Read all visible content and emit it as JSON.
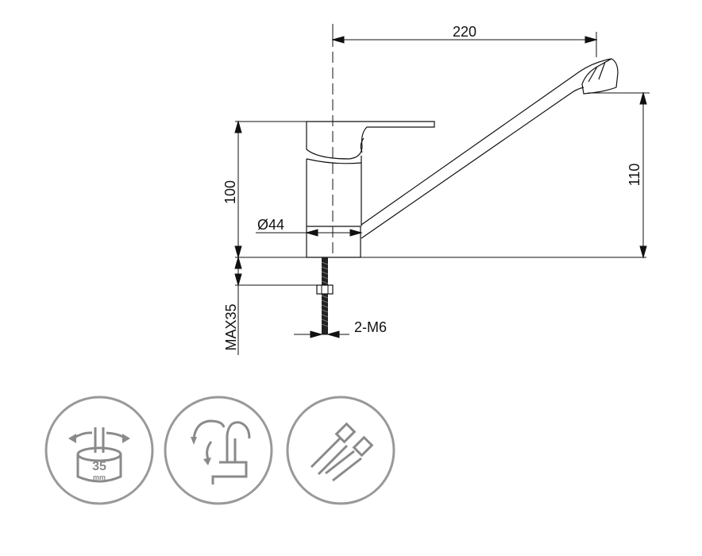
{
  "dimensions": {
    "spout_reach": "220",
    "spout_height": "110",
    "body_height": "100",
    "body_diameter": "Ø44",
    "max_counter_thickness": "MAX35",
    "connection_thread": "2-M6"
  },
  "icons": {
    "mounting": {
      "value": "35",
      "unit": "mm",
      "icon": "mounting-hole-35mm-icon"
    },
    "swivel": {
      "icon": "swivel-spout-faucet-icon"
    },
    "hoses": {
      "icon": "flexible-hoses-icon"
    }
  },
  "colors": {
    "line": "#111111",
    "icon_stroke": "#8a8a8a",
    "icon_circle": "#999999"
  }
}
